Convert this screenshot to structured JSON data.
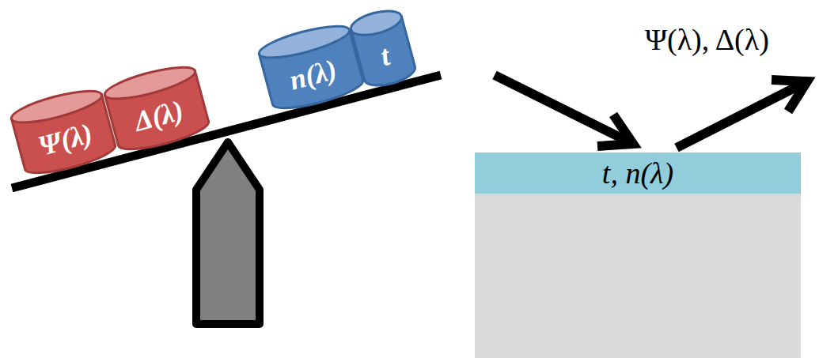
{
  "diagram": {
    "nodes": [
      {
        "text": [
          "Ψ(λ)"
        ]
      },
      {
        "text": [
          "Δ(λ)"
        ]
      },
      {
        "text": [
          "n(λ)"
        ]
      },
      {
        "text": [
          "t"
        ]
      },
      {
        "text": [
          "t, n(λ)"
        ]
      }
    ],
    "labels": [
      "Ψ(λ), Δ(λ)"
    ]
  }
}
